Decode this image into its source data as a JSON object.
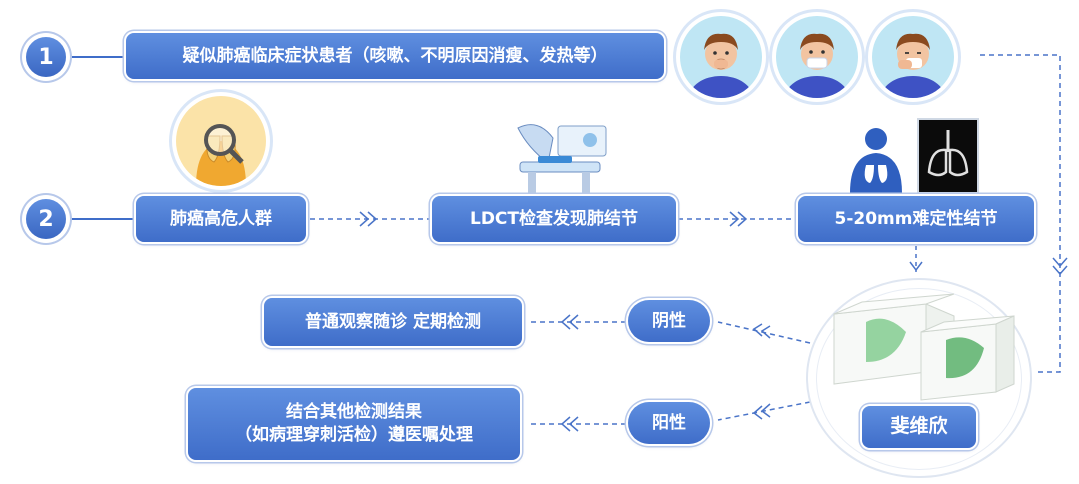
{
  "steps": {
    "one": {
      "number": "1",
      "text": "疑似肺癌临床症状患者（咳嗽、不明原因消瘦、发热等）"
    },
    "two": {
      "number": "2",
      "text": "肺癌高危人群"
    }
  },
  "nodes": {
    "ldct": "LDCT检查发现肺结节",
    "nodule": "5-20mm难定性结节",
    "negative": "阴性",
    "positive": "阳性",
    "observe": "普通观察随诊 定期检测",
    "combine_line1": "结合其他检测结果",
    "combine_line2": "（如病理穿刺活检）遵医嘱处理",
    "product": "斐维欣"
  },
  "icons": {
    "patient_cough": "patient-cough-icon",
    "patient_mask": "patient-mask-icon",
    "patient_sneeze": "patient-sneeze-icon",
    "lung_magnifier": "lung-magnifier-icon",
    "ct_scanner": "ct-scanner-icon",
    "body_lungs": "body-lungs-icon",
    "xray_lungs": "xray-lungs-icon",
    "product_box": "product-box-icon"
  },
  "colors": {
    "accent": "#3f6dc9",
    "light_accent": "#b7c8ea",
    "dash": "#4a74c8",
    "box_green": "#5ab26b"
  }
}
